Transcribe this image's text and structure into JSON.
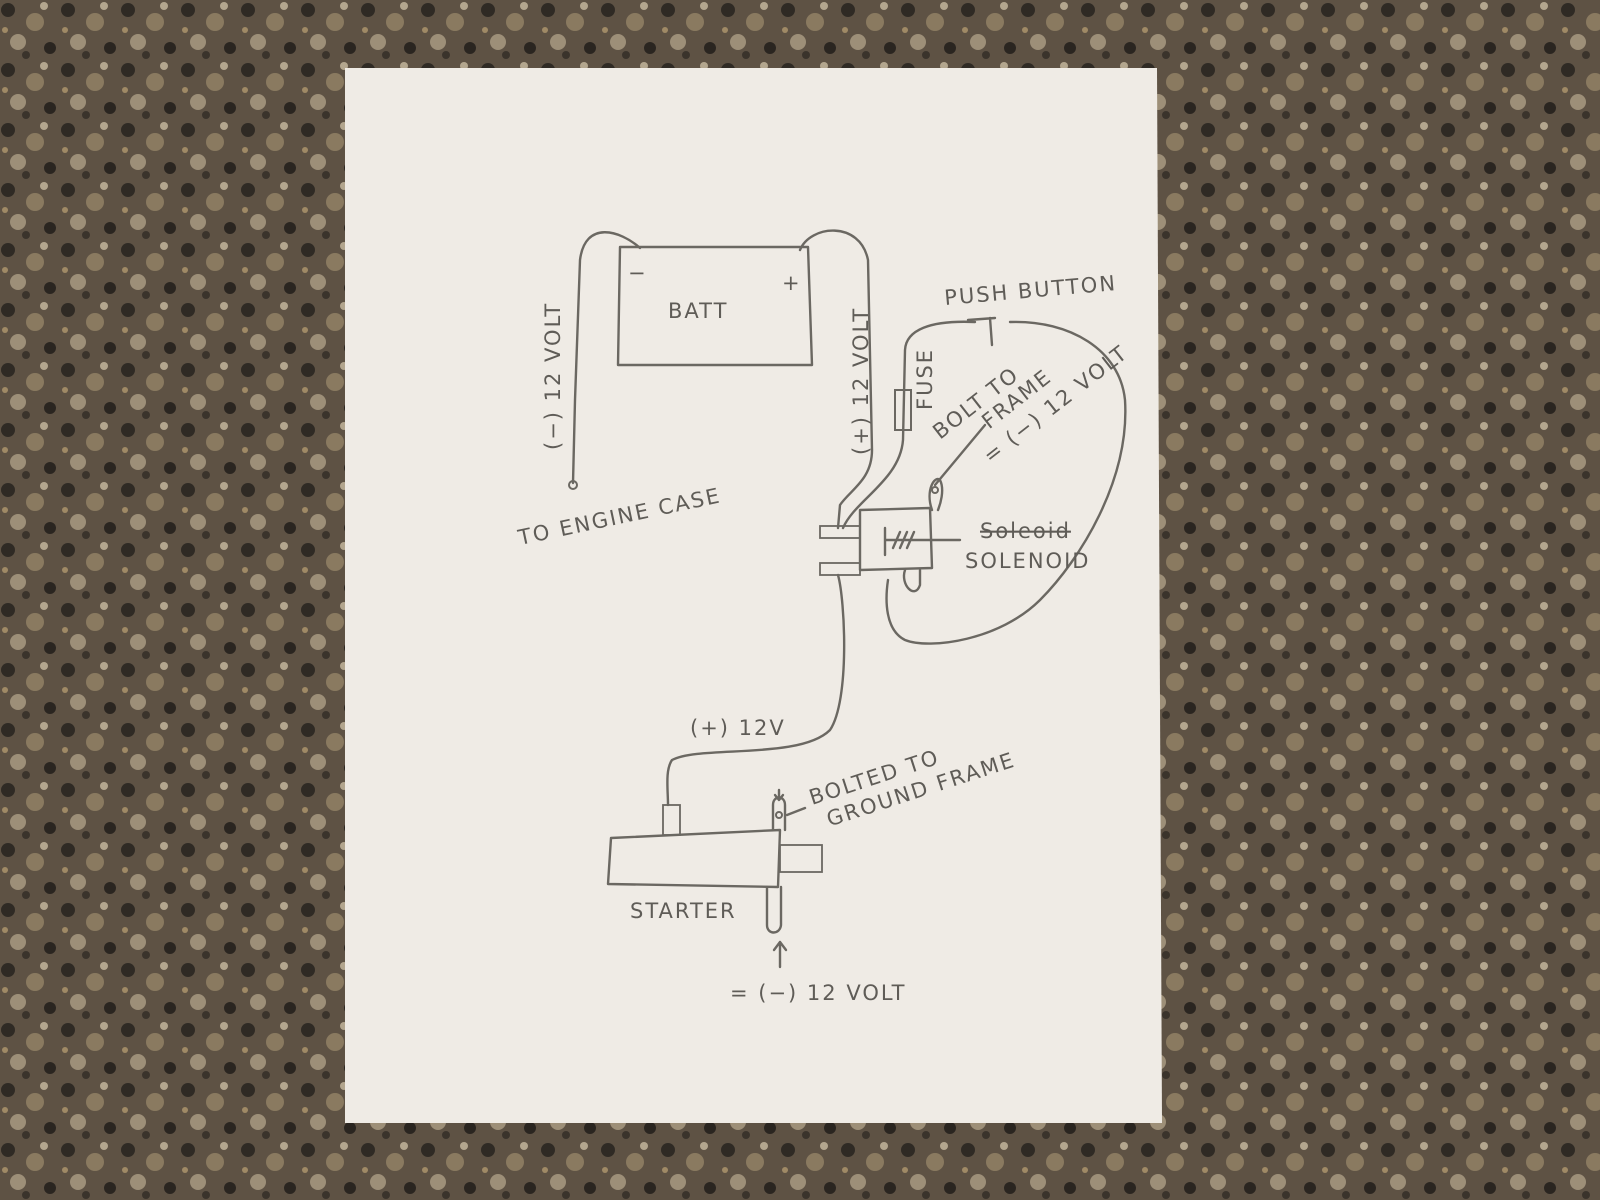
{
  "diagram": {
    "title": "Starter wiring sketch",
    "colors": {
      "paper": "#efebe5",
      "ink": "#6b6862",
      "countertop": "#5a4e3f"
    },
    "battery": {
      "label": "BATT",
      "negative": "−",
      "positive": "+"
    },
    "negative_cable": {
      "label": "(−) 12 VOLT",
      "destination": "TO ENGINE CASE"
    },
    "positive_cable": {
      "label": "(+) 12 VOLT"
    },
    "push_button": {
      "label": "PUSH BUTTON"
    },
    "fuse": {
      "label": "FUSE"
    },
    "solenoid_ground": {
      "line1": "BOLT TO",
      "line2": "FRAME",
      "line3": "= (−) 12 VOLT"
    },
    "solenoid": {
      "struck_label": "Soleoid",
      "label": "SOLENOID"
    },
    "starter_cable": {
      "label": "(+) 12V"
    },
    "starter": {
      "label": "STARTER",
      "ground_line1": "BOLTED TO",
      "ground_line2": "GROUND FRAME",
      "negative_label": "= (−) 12 VOLT"
    }
  }
}
